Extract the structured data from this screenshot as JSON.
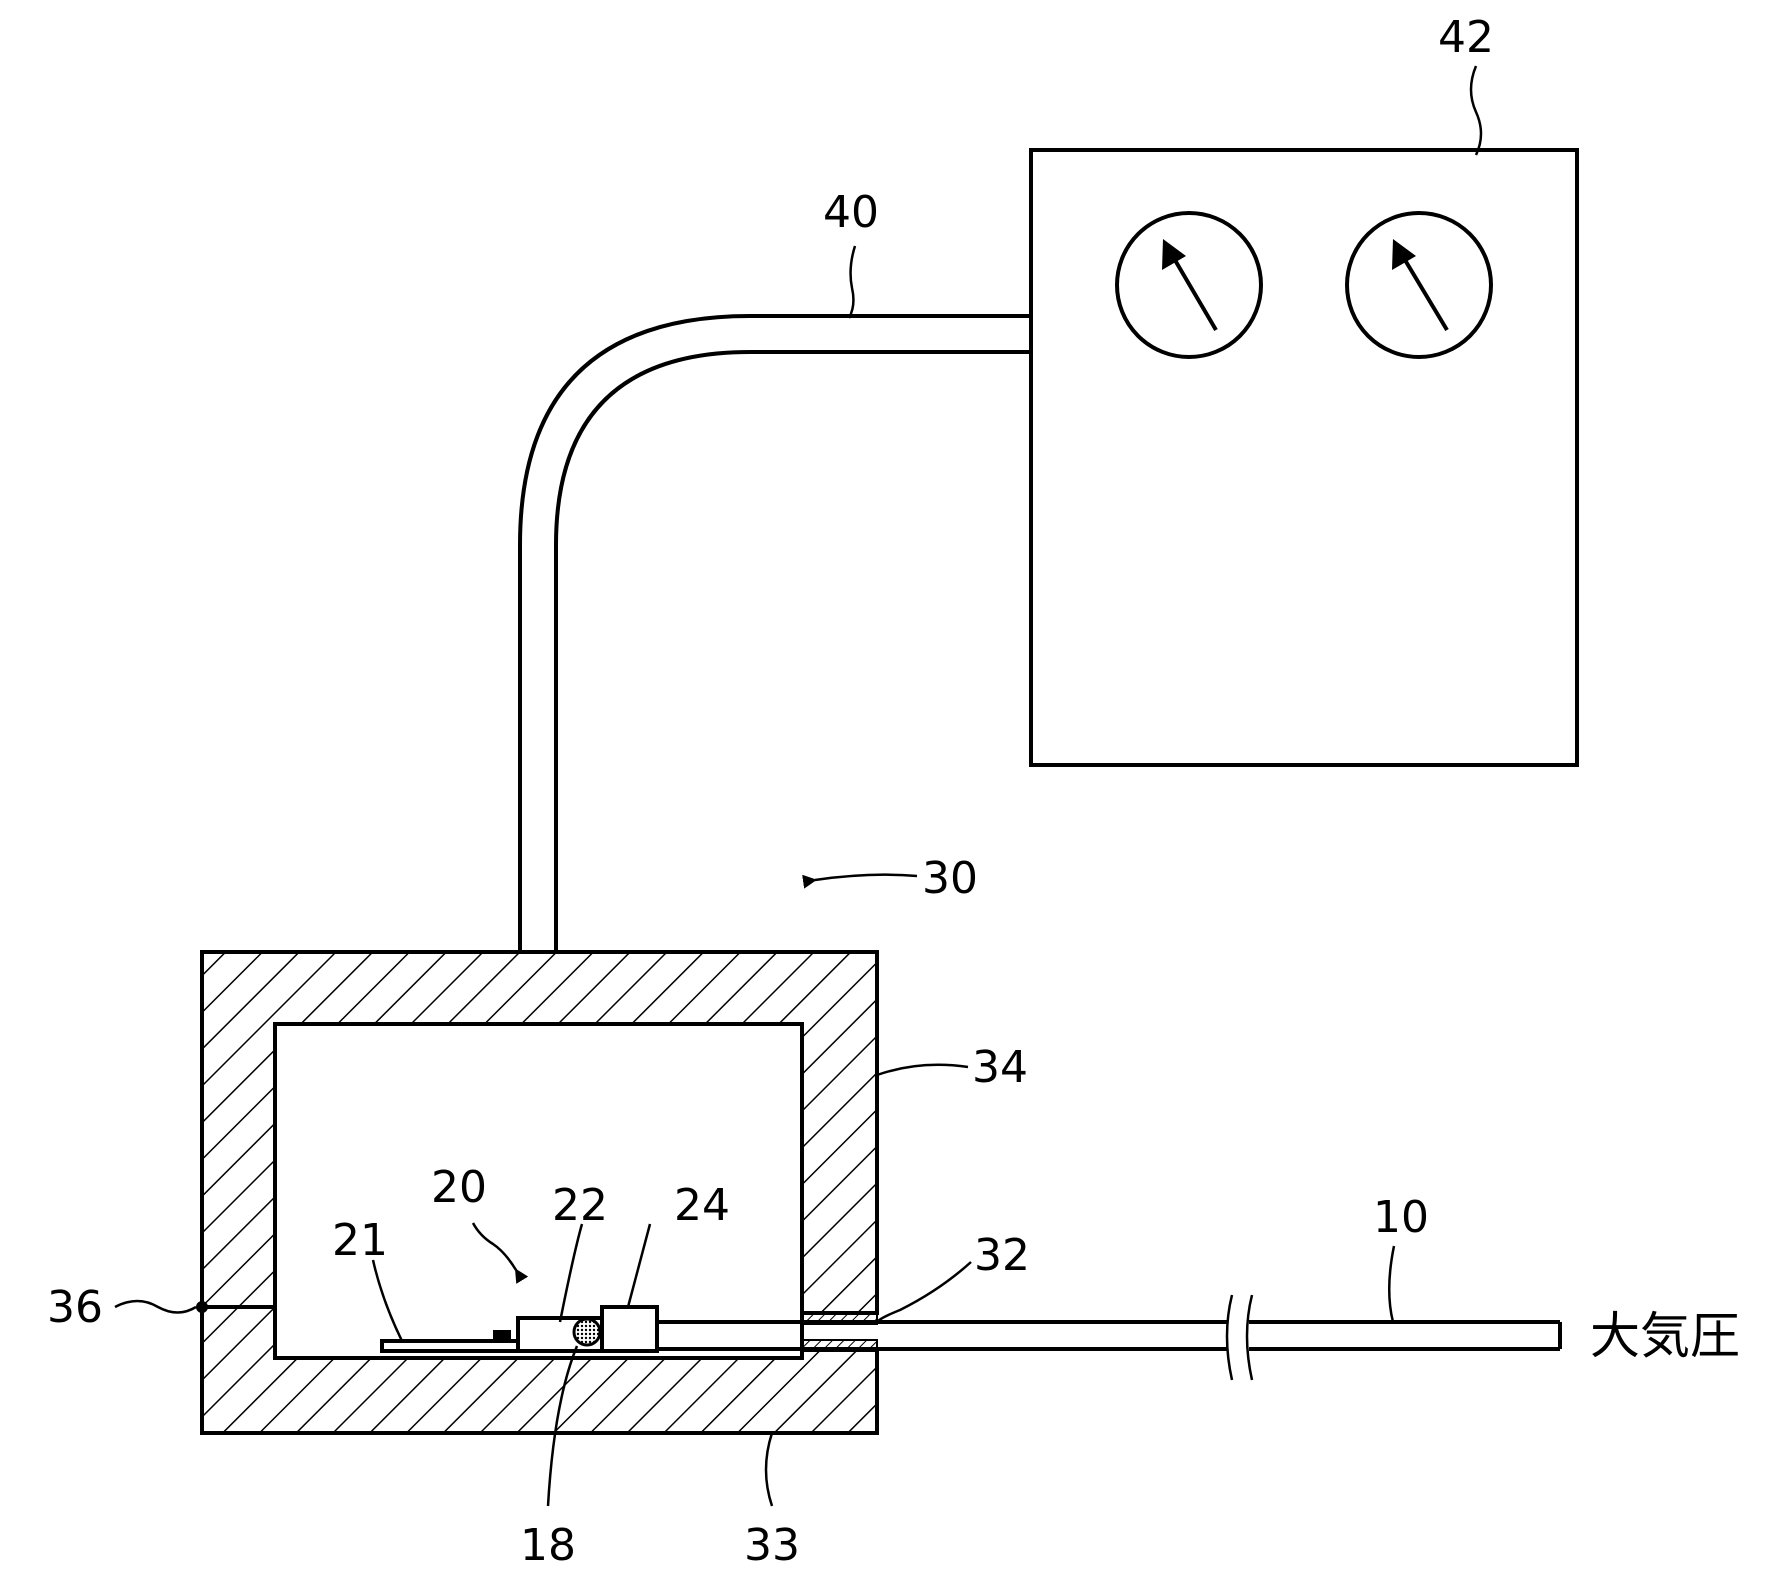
{
  "labels": {
    "l42": "42",
    "l40": "40",
    "l30": "30",
    "l34": "34",
    "l20": "20",
    "l22": "22",
    "l24": "24",
    "l21": "21",
    "l36": "36",
    "l32": "32",
    "l10": "10",
    "l18": "18",
    "l33": "33",
    "atm": "大気圧"
  }
}
